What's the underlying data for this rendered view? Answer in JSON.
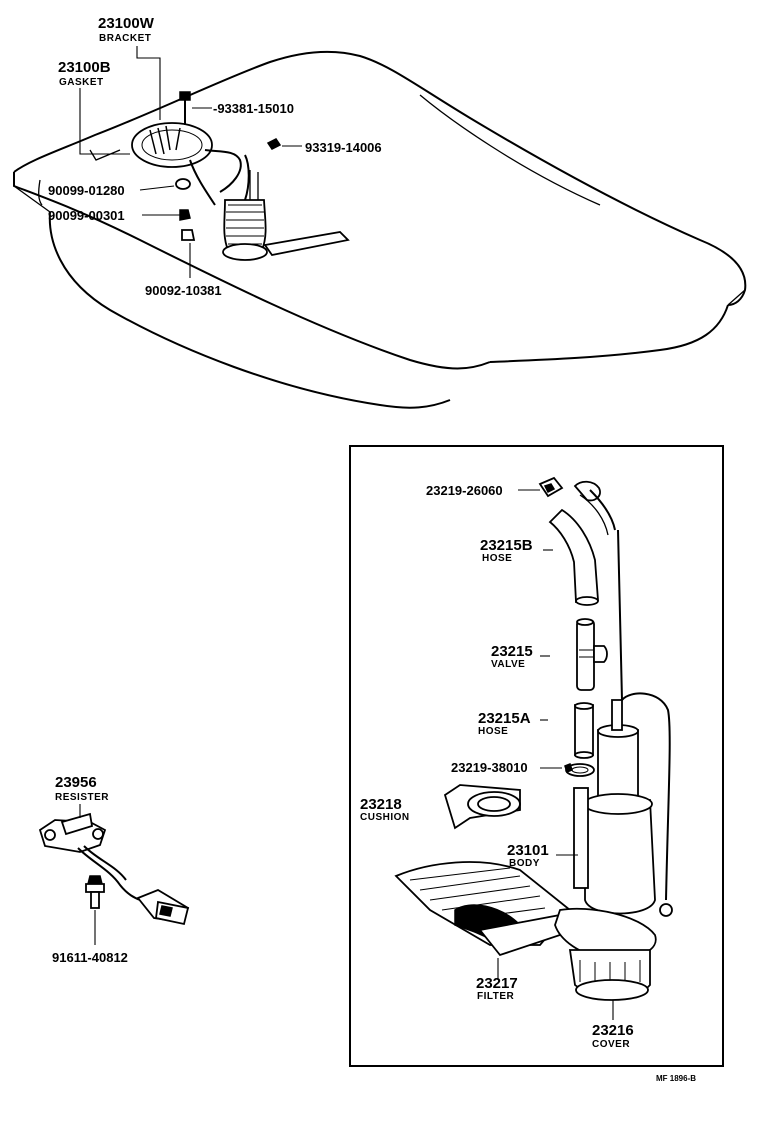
{
  "labels": {
    "bracket_pn": "23100W",
    "bracket_nm": "BRACKET",
    "gasket_pn": "23100B",
    "gasket_nm": "GASKET",
    "screw1_pn": "-93381-15010",
    "screw2_pn": "93319-14006",
    "clip1_pn": "90099-01280",
    "clip2_pn": "90099-00301",
    "grommet_pn": "90092-10381",
    "connector_pn": "23219-26060",
    "hose_b_pn": "23215B",
    "hose_b_nm": "HOSE",
    "valve_pn": "23215",
    "valve_nm": "VALVE",
    "hose_a_pn": "23215A",
    "hose_a_nm": "HOSE",
    "clamp_pn": "23219-38010",
    "cushion_pn": "23218",
    "cushion_nm": "CUSHION",
    "body_pn": "23101",
    "body_nm": "BODY",
    "filter_pn": "23217",
    "filter_nm": "FILTER",
    "cover_pn": "23216",
    "cover_nm": "COVER",
    "resister_pn": "23956",
    "resister_nm": "RESISTER",
    "bolt_pn": "91611-40812",
    "ref_code": "MF  1896-B"
  }
}
